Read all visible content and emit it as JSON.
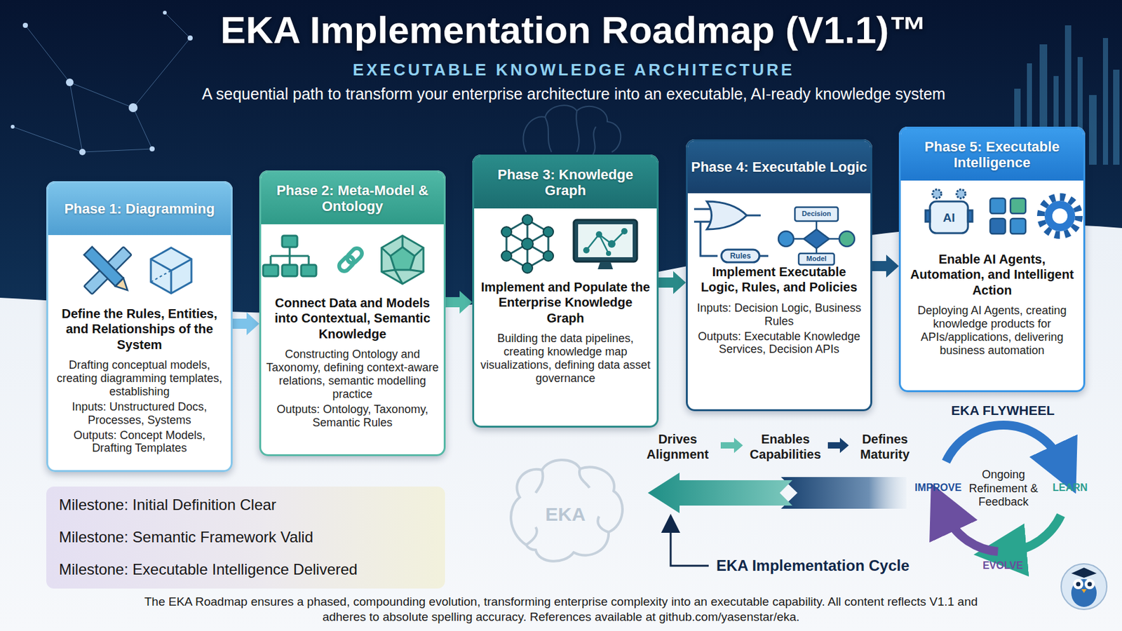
{
  "diagram": {
    "title": "EKA Implementation Roadmap (V1.1)™",
    "caption": "The EKA Roadmap ensures a phased, compounding evolution, transforming enterprise complexity into an executable capability. All content reflects V1.1 and adheres to absolute spelling accuracy. References available at github.com/yasenstar/eka.",
    "nodes": [
      {
        "text": [
          "Phase 1: Diagramming",
          "Define the Rules, Entities, and Relationships of the System",
          "Drafting conceptual models, creating diagramming templates, establishing",
          "Inputs: Unstructured Docs, Processes, Systems",
          "Outputs: Concept Models, Drafting Templates"
        ]
      },
      {
        "text": [
          "Phase 2: Meta-Model & Ontology",
          "Connect Data and Models into Contextual, Semantic Knowledge",
          "Constructing Ontology and Taxonomy, defining context-aware relations, semantic modelling practice",
          "Outputs: Ontology, Taxonomy, Semantic Rules"
        ]
      },
      {
        "text": [
          "Phase 3: Knowledge Graph",
          "Implement and Populate the Enterprise Knowledge Graph",
          "Building the data pipelines, creating knowledge map visualizations, defining data asset governance"
        ]
      },
      {
        "text": [
          "Phase 4: Executable Logic",
          "Implement Executable Logic, Rules, and Policies",
          "Inputs: Decision Logic, Business Rules",
          "Outputs: Executable Knowledge Services, Decision APIs"
        ]
      },
      {
        "text": [
          "Phase 5: Executable Intelligence",
          "Enable AI Agents, Automation, and Intelligent Action",
          "Deploying AI Agents, creating knowledge products for APIs/applications, delivering business automation"
        ]
      },
      {
        "text": [
          "Milestone: Initial Definition Clear",
          "Milestone: Semantic Framework Valid",
          "Milestone: Executable Intelligence Delivered"
        ]
      }
    ],
    "edges": [
      {
        "from": 0,
        "to": 1,
        "arrow": "to"
      },
      {
        "from": 1,
        "to": 2,
        "arrow": "to"
      },
      {
        "from": 2,
        "to": 3,
        "arrow": "to"
      },
      {
        "from": 3,
        "to": 4,
        "arrow": "to"
      }
    ],
    "labels": [
      "EXECUTABLE KNOWLEDGE ARCHITECTURE",
      "A sequential path to transform your enterprise architecture into an executable, AI-ready knowledge system",
      "Rules",
      "Decision",
      "Model",
      "AI",
      "EKA FLYWHEEL",
      "Ongoing Refinement & Feedback",
      "IMPROVE",
      "LEARN",
      "EVOLVE",
      "Drives Alignment",
      "Enables Capabilities",
      "Defines Maturity",
      "EKA",
      "EKA Implementation Cycle"
    ]
  }
}
